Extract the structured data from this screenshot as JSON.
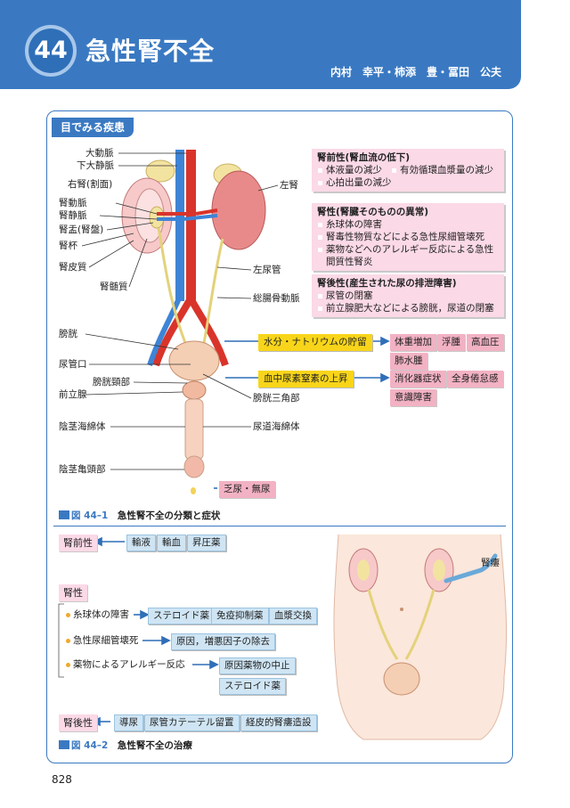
{
  "header": {
    "chapter_number": "44",
    "title": "急性腎不全",
    "authors": "内村　幸平・柿添　豊・冨田　公夫"
  },
  "section_label": "目でみる疾患",
  "figure1": {
    "caption_num": "図 44–1",
    "caption_text": "急性腎不全の分類と症状",
    "labels": {
      "aorta": "大動脈",
      "ivc": "下大静脈",
      "right_kidney": "右腎(割面)",
      "renal_artery": "腎動脈",
      "renal_vein": "腎静脈",
      "renal_pelvis": "腎盂(腎盤)",
      "calyx": "腎杯",
      "cortex": "腎皮質",
      "medulla": "腎髄質",
      "left_kidney": "左腎",
      "left_ureter": "左尿管",
      "common_iliac": "総腸骨動脈",
      "bladder": "膀胱",
      "ureteral_orifice": "尿管口",
      "bladder_neck": "膀胱頸部",
      "prostate": "前立腺",
      "trigone": "膀胱三角部",
      "corpus_cavernosum": "陰茎海綿体",
      "corpus_spongiosum": "尿道海綿体",
      "glans": "陰茎亀頭部"
    },
    "prerenal": {
      "heading": "腎前性(腎血流の低下)",
      "items": [
        "体液量の減少",
        "有効循環血漿量の減少",
        "心拍出量の減少"
      ]
    },
    "renal": {
      "heading": "腎性(腎臓そのものの異常)",
      "items": [
        "糸球体の障害",
        "腎毒性物質などによる急性尿細管壊死",
        "薬物などへのアレルギー反応による急性間質性腎炎"
      ]
    },
    "postrenal": {
      "heading": "腎後性(産生された尿の排泄障害)",
      "items": [
        "尿管の閉塞",
        "前立腺肥大などによる膀胱，尿道の閉塞"
      ]
    },
    "water_retention": "水分・ナトリウムの貯留",
    "water_symptoms": [
      "体重増加",
      "浮腫",
      "高血圧",
      "肺水腫"
    ],
    "bun_rise": "血中尿素窒素の上昇",
    "bun_symptoms": [
      "消化器症状",
      "全身倦怠感",
      "意識障害"
    ],
    "oliguria": "乏尿・無尿"
  },
  "figure2": {
    "caption_num": "図 44–2",
    "caption_text": "急性腎不全の治療",
    "prerenal_label": "腎前性",
    "prerenal_treatments": [
      "輸液",
      "輸血",
      "昇圧薬"
    ],
    "renal_label": "腎性",
    "renal_rows": [
      {
        "cause": "糸球体の障害",
        "treatments": [
          "ステロイド薬",
          "免疫抑制薬",
          "血漿交換"
        ]
      },
      {
        "cause": "急性尿細管壊死",
        "treatments": [
          "原因，増悪因子の除去"
        ]
      },
      {
        "cause": "薬物によるアレルギー反応",
        "treatments": [
          "原因薬物の中止",
          "ステロイド薬"
        ]
      }
    ],
    "postrenal_label": "腎後性",
    "postrenal_treatments": [
      "導尿",
      "尿管カテーテル留置",
      "経皮的腎瘻造設"
    ],
    "nephrostomy": "腎瘻"
  },
  "page_number": "828",
  "colors": {
    "header_blue": "#3a79c2",
    "pink": "#fbd9e6",
    "yellow": "#f8d51a",
    "light_blue": "#cfe5f4"
  }
}
